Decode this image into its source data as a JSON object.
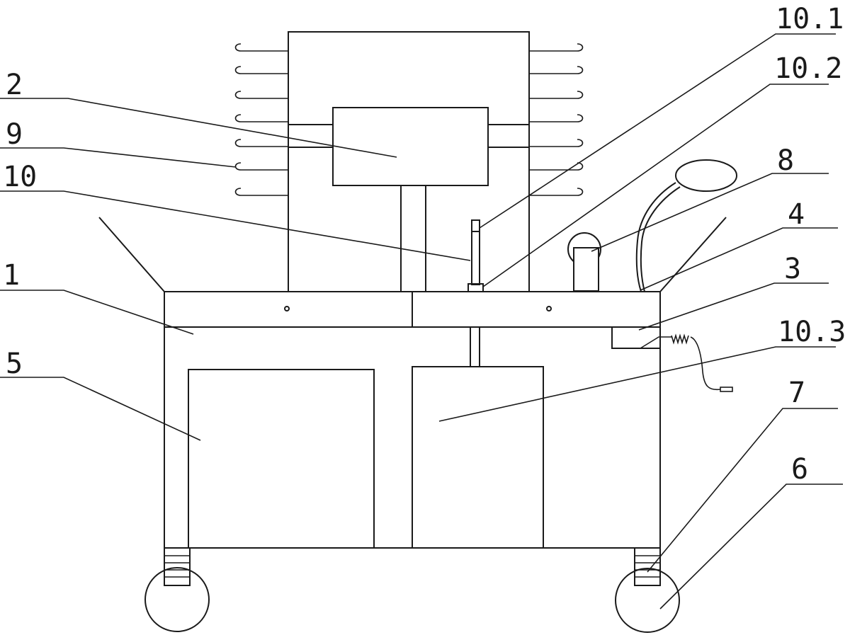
{
  "figure": {
    "labels": [
      "10.1",
      "10.2",
      "2",
      "9",
      "10",
      "8",
      "4",
      "1",
      "3",
      "10.3",
      "5",
      "7",
      "6"
    ]
  },
  "colors": {
    "line": "#1a1a1a",
    "background": "#ffffff"
  }
}
